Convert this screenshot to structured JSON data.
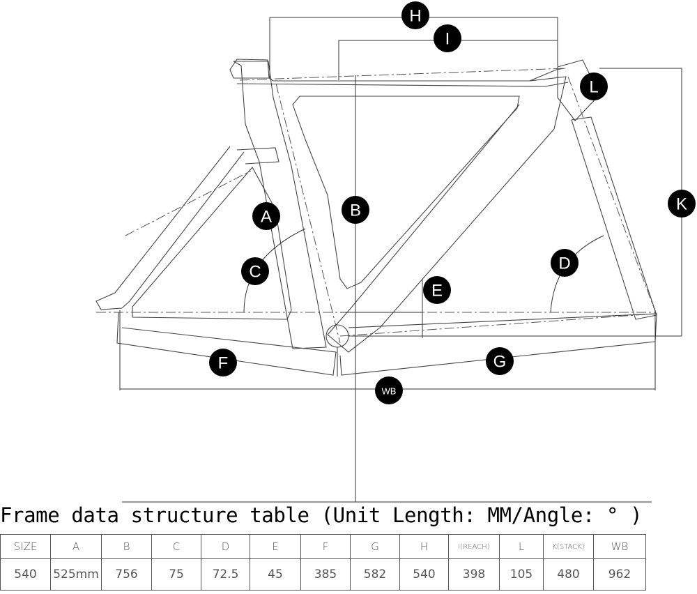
{
  "diagram": {
    "labels": {
      "h": "H",
      "i": "I",
      "l": "L",
      "k": "K",
      "a": "A",
      "b": "B",
      "c": "C",
      "d": "D",
      "e": "E",
      "f": "F",
      "g": "G",
      "wb": "WB"
    }
  },
  "table": {
    "title": "Frame data structure table (Unit Length: MM/Angle: ° )",
    "headers": [
      "SIZE",
      "A",
      "B",
      "C",
      "D",
      "E",
      "F",
      "G",
      "H",
      "I(REACH)",
      "L",
      "K(STACK)",
      "WB"
    ],
    "values": [
      "540",
      "525mm",
      "756",
      "75",
      "72.5",
      "45",
      "385",
      "582",
      "540",
      "398",
      "105",
      "480",
      "962"
    ]
  }
}
